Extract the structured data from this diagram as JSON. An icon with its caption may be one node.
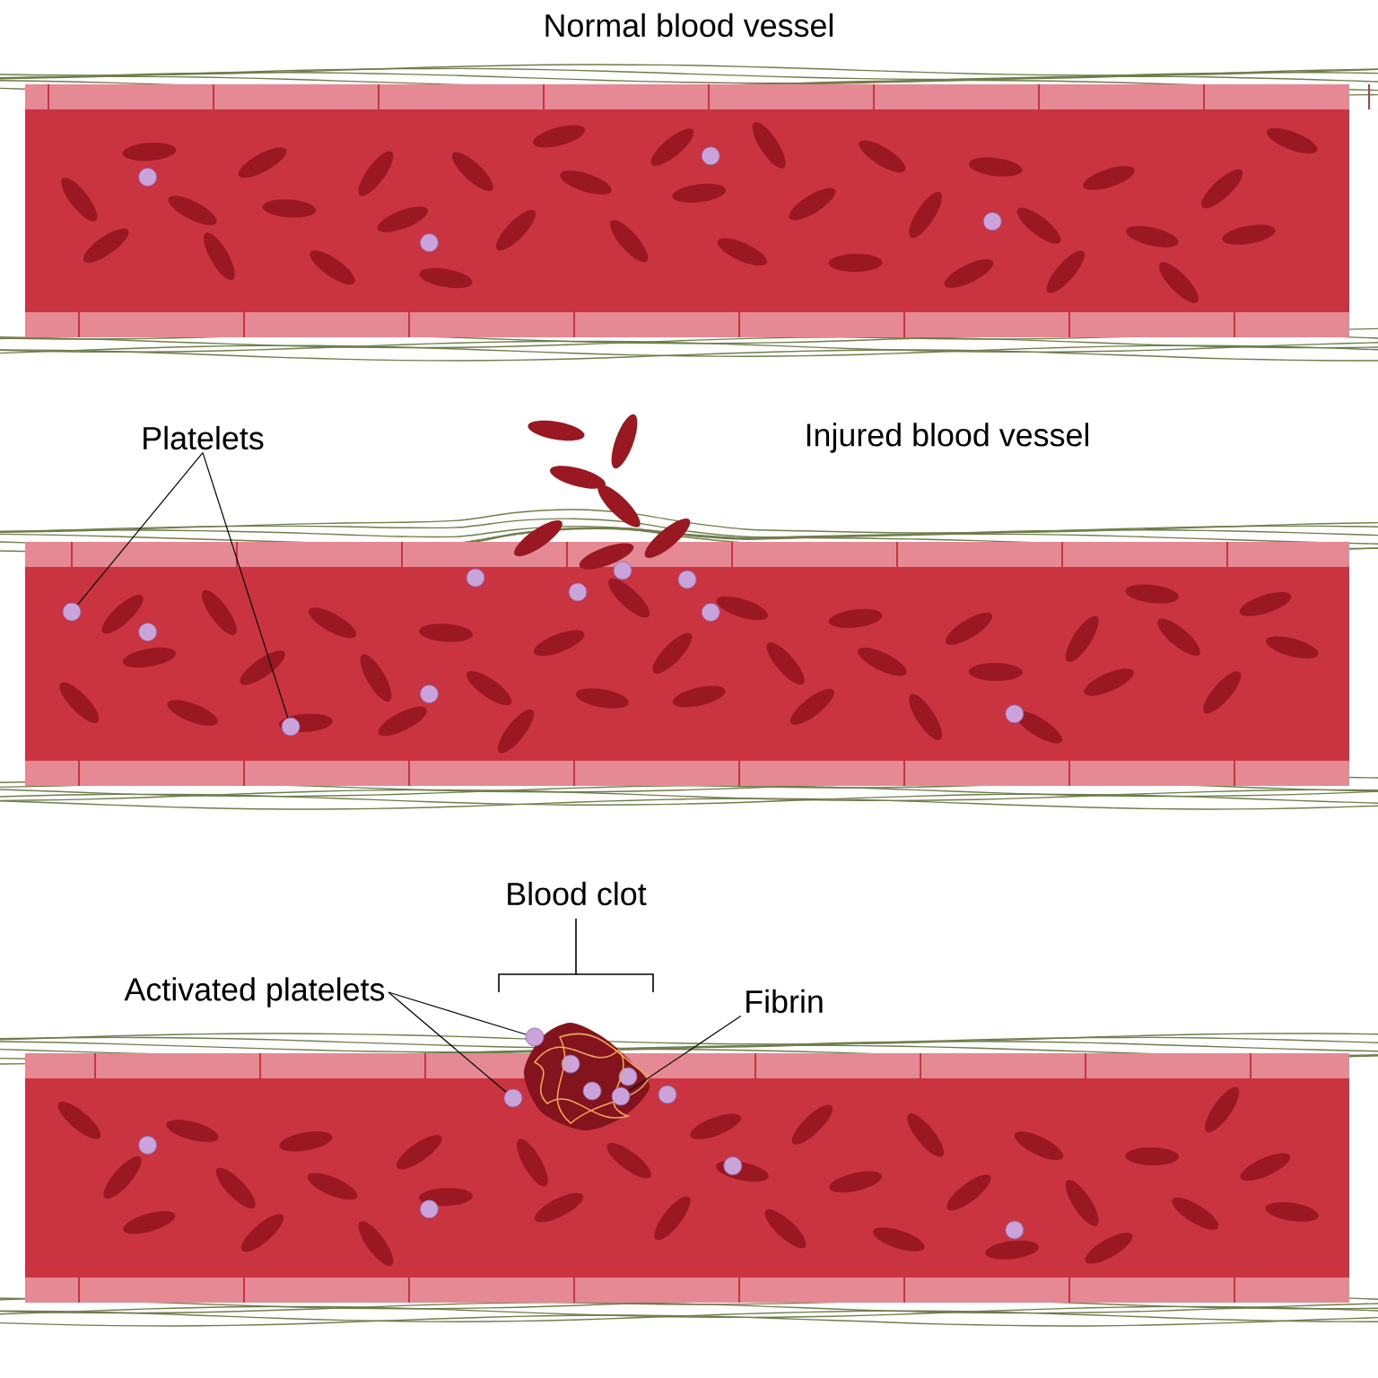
{
  "diagram": {
    "nodes": [
      {
        "text": [
          "Platelets"
        ]
      },
      {
        "text": [],
        "shape": "circle"
      },
      {
        "text": [],
        "shape": "circle"
      },
      {
        "text": [
          "Activated platelets"
        ]
      },
      {
        "text": [],
        "shape": "circle"
      },
      {
        "text": [],
        "shape": "circle"
      },
      {
        "text": [
          "Fibrin"
        ]
      },
      {
        "text": [],
        "shape": "circle"
      }
    ],
    "edges": [
      {
        "from": 0,
        "to": 1,
        "arrow": "none"
      },
      {
        "from": 0,
        "to": 2,
        "arrow": "none"
      },
      {
        "from": 3,
        "to": 4,
        "arrow": "none"
      },
      {
        "from": 3,
        "to": 5,
        "arrow": "none"
      },
      {
        "from": 6,
        "to": 7,
        "arrow": "none"
      }
    ],
    "labels": [
      "Normal blood vessel",
      "Injured blood vessel",
      "Blood clot"
    ]
  }
}
